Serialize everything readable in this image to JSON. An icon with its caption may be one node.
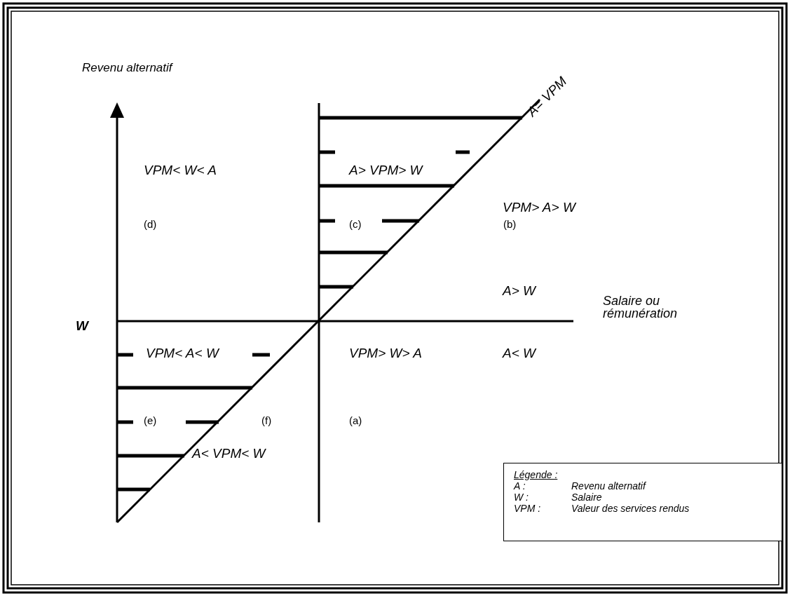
{
  "diagram": {
    "nodes": [
      {
        "text": [
          "Légende :",
          "A :",
          "Revenu alternatif",
          "W :",
          "Salaire",
          "VPM :",
          "Valeur des services rendus"
        ]
      }
    ],
    "labels": [
      "Revenu alternatif",
      "A= VPM",
      "VPM< W< A",
      "A> VPM> W",
      "VPM> A> W",
      "(d)",
      "(c)",
      "(b)",
      "A> W",
      "Salaire ou rémunération",
      "W",
      "VPM< A< W",
      "VPM> W> A",
      "A< W",
      "(e)",
      "(f)",
      "(a)",
      "A< VPM< W"
    ]
  }
}
